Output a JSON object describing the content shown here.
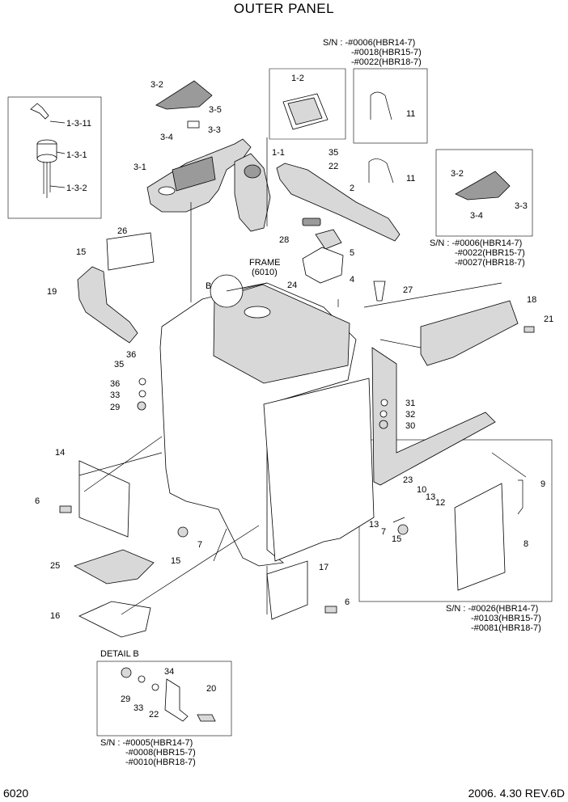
{
  "title": "OUTER PANEL",
  "page_number": "6020",
  "revision": "2006. 4.30 REV.6D",
  "frame_ref": [
    "FRAME",
    "(6010)"
  ],
  "detail_b_title": "DETAIL B",
  "detail_b_marker": "B",
  "serial_notes": {
    "top": [
      "S/N : -#0006(HBR14-7)",
      "-#0018(HBR15-7)",
      "-#0022(HBR18-7)"
    ],
    "right": [
      "S/N : -#0006(HBR14-7)",
      "-#0022(HBR15-7)",
      "-#0027(HBR18-7)"
    ],
    "lower_right": [
      "S/N : -#0026(HBR14-7)",
      "-#0103(HBR15-7)",
      "-#0081(HBR18-7)"
    ],
    "detail": [
      "S/N : -#0005(HBR14-7)",
      "-#0008(HBR15-7)",
      "-#0010(HBR18-7)"
    ]
  },
  "callouts": {
    "c_1_3_11": "1-3-11",
    "c_1_3_1": "1-3-1",
    "c_1_3_2": "1-3-2",
    "c_3_2a": "3-2",
    "c_3_5": "3-5",
    "c_3_3a": "3-3",
    "c_3_4a": "3-4",
    "c_3_1": "3-1",
    "c_1_2": "1-2",
    "c_1_1": "1-1",
    "c_11a": "11",
    "c_11b": "11",
    "c_35a": "35",
    "c_22a": "22",
    "c_2": "2",
    "c_3_2b": "3-2",
    "c_3_3b": "3-3",
    "c_3_4b": "3-4",
    "c_26": "26",
    "c_15a": "15",
    "c_19": "19",
    "c_28": "28",
    "c_5": "5",
    "c_4": "4",
    "c_24": "24",
    "c_27": "27",
    "c_18": "18",
    "c_21": "21",
    "c_35b": "35",
    "c_36a": "36",
    "c_36b": "36",
    "c_33a": "33",
    "c_29a": "29",
    "c_31": "31",
    "c_32": "32",
    "c_30": "30",
    "c_14": "14",
    "c_6a": "6",
    "c_7a": "7",
    "c_15b": "15",
    "c_25": "25",
    "c_16": "16",
    "c_17": "17",
    "c_6b": "6",
    "c_23": "23",
    "c_10": "10",
    "c_13a": "13",
    "c_12": "12",
    "c_13b": "13",
    "c_7b": "7",
    "c_15c": "15",
    "c_9": "9",
    "c_8": "8",
    "c_34": "34",
    "c_20": "20",
    "c_29b": "29",
    "c_33b": "33",
    "c_22b": "22"
  }
}
